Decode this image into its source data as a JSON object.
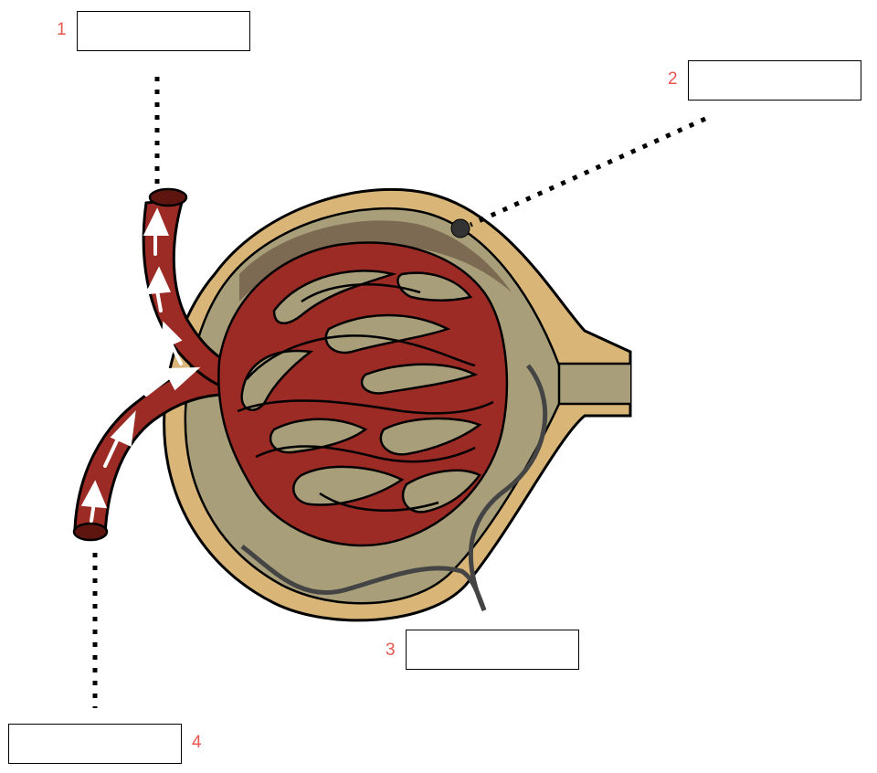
{
  "labels": [
    {
      "number": "1",
      "answer": ""
    },
    {
      "number": "2",
      "answer": ""
    },
    {
      "number": "3",
      "answer": ""
    },
    {
      "number": "4",
      "answer": ""
    }
  ],
  "colors": {
    "number": "#e8574f",
    "vessel": "#9b2b24",
    "vessel_dark": "#5e1510",
    "capsule_outer": "#d9b578",
    "capsule_space": "#a89f7a",
    "capsule_shadow": "#7d6a52",
    "tubule_line": "#444444",
    "leader": "#000000"
  }
}
